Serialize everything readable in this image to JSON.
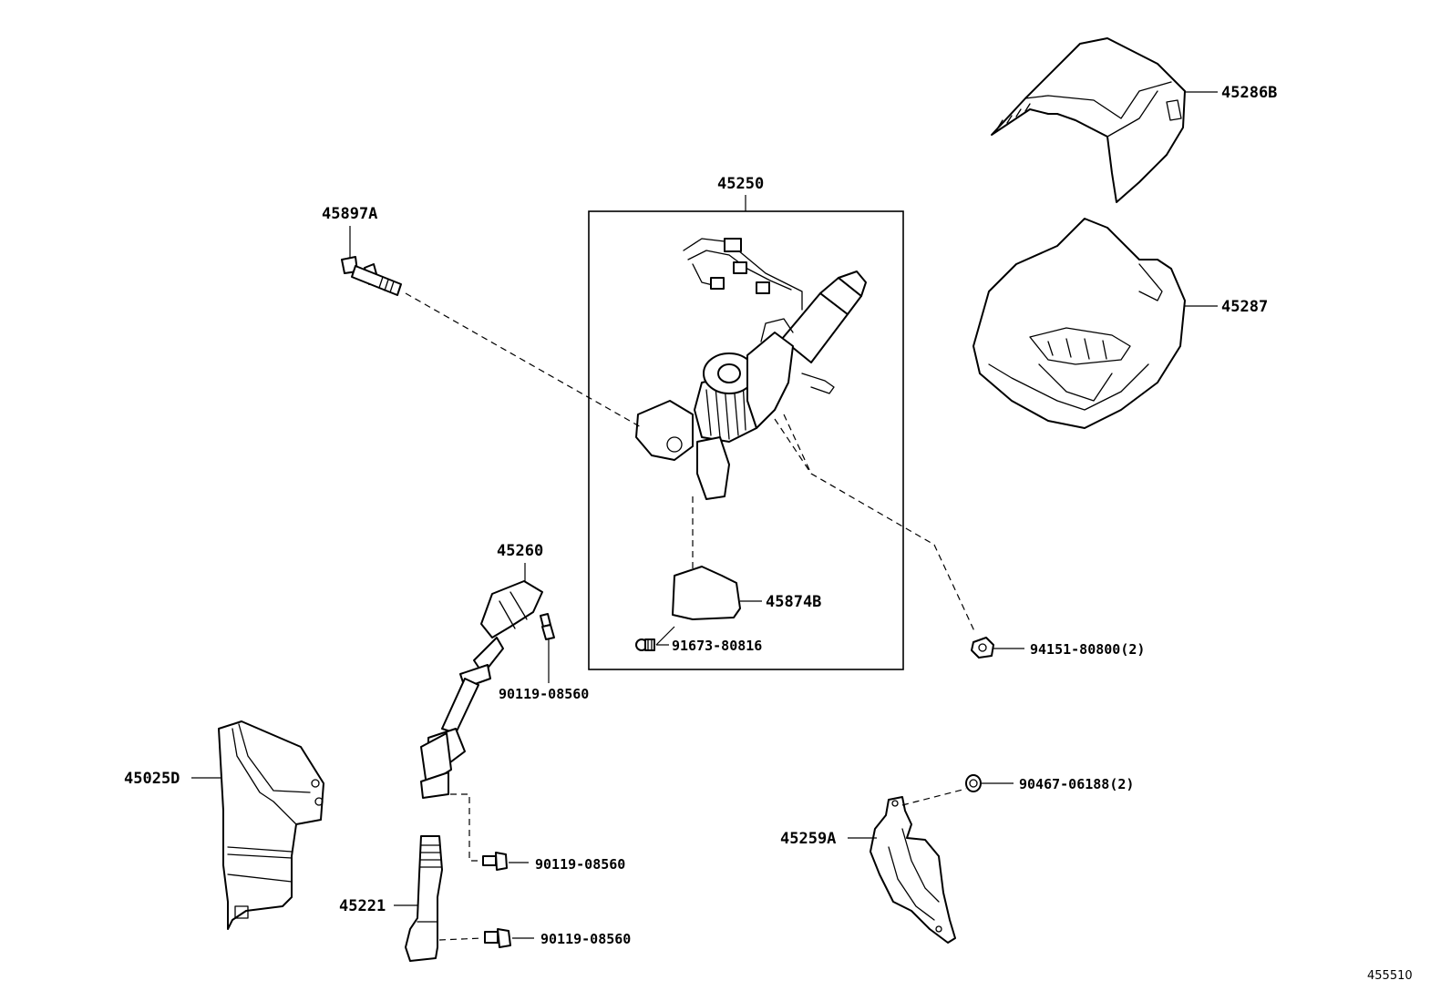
{
  "labels": {
    "p45286B": "45286B",
    "p45287": "45287",
    "p45250": "45250",
    "p45897A": "45897A",
    "p45874B": "45874B",
    "p91673": "91673-80816",
    "p94151": "94151-80800(2)",
    "p45260": "45260",
    "p90119_a": "90119-08560",
    "p90119_b": "90119-08560",
    "p90119_c": "90119-08560",
    "p45025D": "45025D",
    "p45221": "45221",
    "p45259A": "45259A",
    "p90467": "90467-06188(2)"
  },
  "figure_id": "455510"
}
